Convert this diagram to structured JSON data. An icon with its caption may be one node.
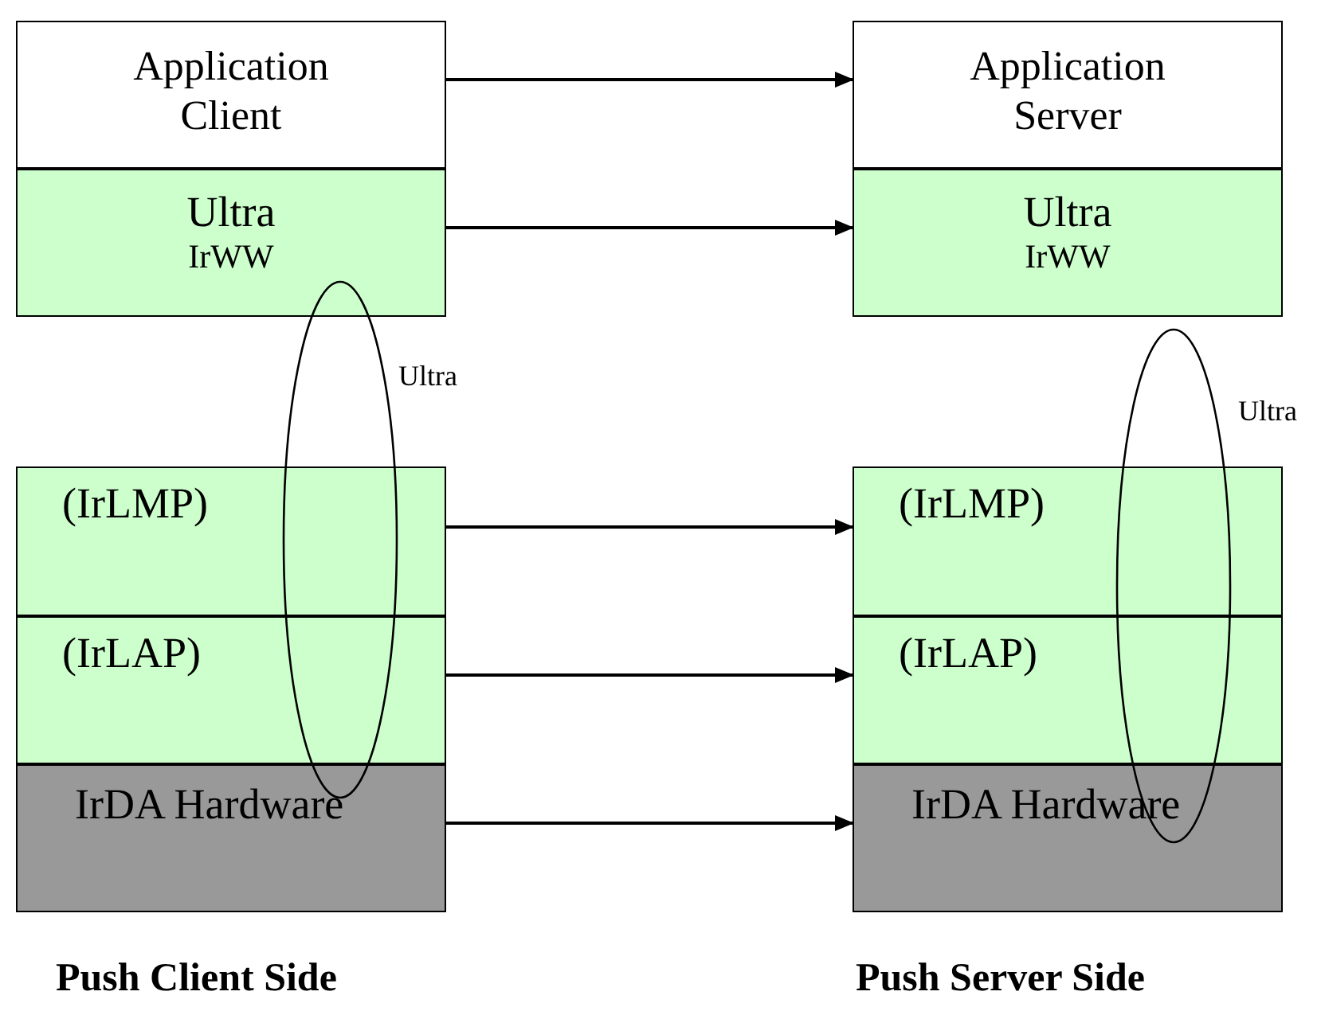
{
  "diagram": {
    "nodes": [
      {
        "text": [
          "Application Client"
        ]
      },
      {
        "text": [
          "Application Server"
        ]
      },
      {
        "text": [
          "Ultra",
          "IrWW"
        ]
      },
      {
        "text": [
          "Ultra",
          "IrWW"
        ]
      },
      {
        "text": [
          "Ultra"
        ]
      },
      {
        "text": [
          "Ultra"
        ]
      },
      {
        "text": [
          "(IrLMP)"
        ]
      },
      {
        "text": [
          "(IrLMP)"
        ]
      },
      {
        "text": [
          "(IrLAP)"
        ]
      },
      {
        "text": [
          "(IrLAP)"
        ]
      },
      {
        "text": [
          "IrDA Hardware"
        ]
      },
      {
        "text": [
          "IrDA Hardware"
        ]
      }
    ],
    "edges": [
      {
        "from": 0,
        "to": 1,
        "arrow": "to"
      },
      {
        "from": 2,
        "to": 3,
        "arrow": "to"
      },
      {
        "from": 6,
        "to": 7,
        "arrow": "to"
      },
      {
        "from": 8,
        "to": 9,
        "arrow": "to"
      },
      {
        "from": 10,
        "to": 11,
        "arrow": "to"
      }
    ],
    "labels": [
      "Push Client Side",
      "Push Server Side"
    ]
  }
}
